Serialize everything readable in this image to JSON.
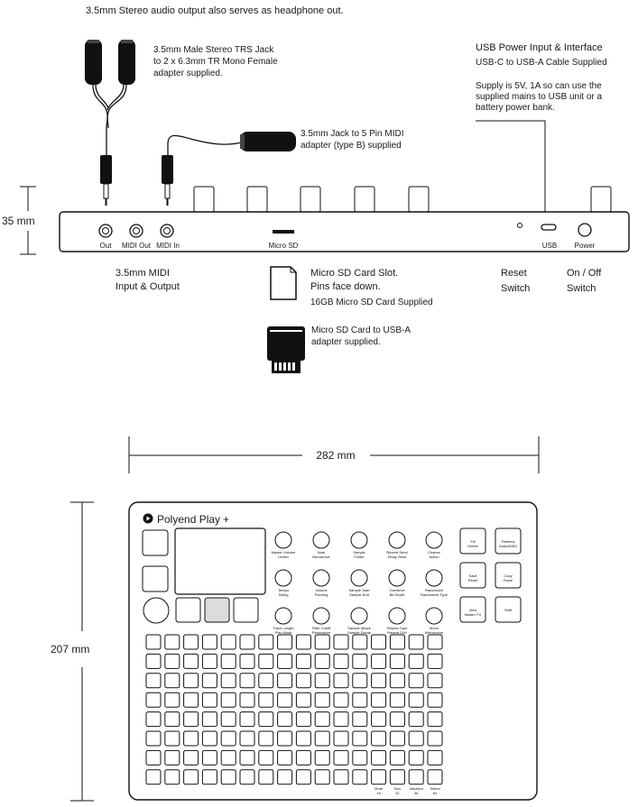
{
  "top_note": "3.5mm Stereo audio output also serves as headphone out.",
  "trs": {
    "l1": "3.5mm Male Stereo TRS Jack",
    "l2": "to 2 x 6.3mm TR Mono Female",
    "l3": "adapter supplied."
  },
  "midi_adapter": {
    "l1": "3.5mm Jack to 5 Pin MIDI",
    "l2": "adapter (type B) supplied"
  },
  "usb": {
    "title": "USB Power Input & Interface",
    "cable": "USB-C to USB-A Cable Supplied",
    "l1": "Supply is 5V, 1A so can use the",
    "l2": "supplied mains to USB unit or a",
    "l3": "battery power bank."
  },
  "height_dim": "35 mm",
  "ports": {
    "out": "Out",
    "midi_out": "MIDI Out",
    "midi_in": "MIDI In",
    "microsd": "Micro SD",
    "usb": "USB",
    "power": "Power"
  },
  "midi_io": {
    "l1": "3.5mm MIDI",
    "l2": "Input & Output"
  },
  "sd_slot": {
    "l1": "Micro SD Card Slot.",
    "l2": "Pins face down.",
    "l3": "16GB Micro SD Card Supplied"
  },
  "sd_adapter": {
    "l1": "Micro SD Card to USB-A",
    "l2": "adapter supplied."
  },
  "reset": {
    "l1": "Reset",
    "l2": "Switch"
  },
  "onoff": {
    "l1": "On / Off",
    "l2": "Switch"
  },
  "width_dim": "282 mm",
  "depth_dim": "207 mm",
  "device": {
    "brand": "Polyend Play",
    "brand_plus": "+",
    "knob_rows": [
      [
        {
          "a": "Master Volume",
          "b": "Limiter"
        },
        {
          "a": "Note",
          "b": "Micromove"
        },
        {
          "a": "Sample",
          "b": "Folder"
        },
        {
          "a": "Reverb Send",
          "b": "Delay Send"
        },
        {
          "a": "Chance",
          "b": "Action"
        }
      ],
      [
        {
          "a": "Tempo",
          "b": "Swing"
        },
        {
          "a": "Volume",
          "b": "Panning"
        },
        {
          "a": "Sample Start",
          "b": "Sample End"
        },
        {
          "a": "Overdrive",
          "b": "Bit Depth"
        },
        {
          "a": "Randomize",
          "b": "Randomize Type"
        }
      ],
      [
        {
          "a": "Track Length",
          "b": "Play Mode"
        },
        {
          "a": "Filter Cutoff",
          "b": "Resonance"
        },
        {
          "a": "Sample Attack",
          "b": "Sample Decay"
        },
        {
          "a": "Repeat Type",
          "b": "Repeat D/W"
        },
        {
          "a": "Mono",
          "b": "Metronome"
        }
      ]
    ],
    "side_buttons": [
      [
        {
          "a": "Fill",
          "b": "Delete"
        },
        {
          "a": "Patterns",
          "b": "Audio/MIDI"
        }
      ],
      [
        {
          "a": "Save",
          "b": "Reset"
        },
        {
          "a": "Copy",
          "b": "Paste"
        }
      ],
      [
        {
          "a": "View",
          "b": "Master FX"
        },
        {
          "a": "Shift",
          "b": ""
        }
      ]
    ],
    "bottom_labels": [
      {
        "a": "Mute",
        "b": "16"
      },
      {
        "a": "Solo",
        "b": "32"
      },
      {
        "a": "Variation",
        "b": "48"
      },
      {
        "a": "Select",
        "b": "64"
      }
    ]
  }
}
